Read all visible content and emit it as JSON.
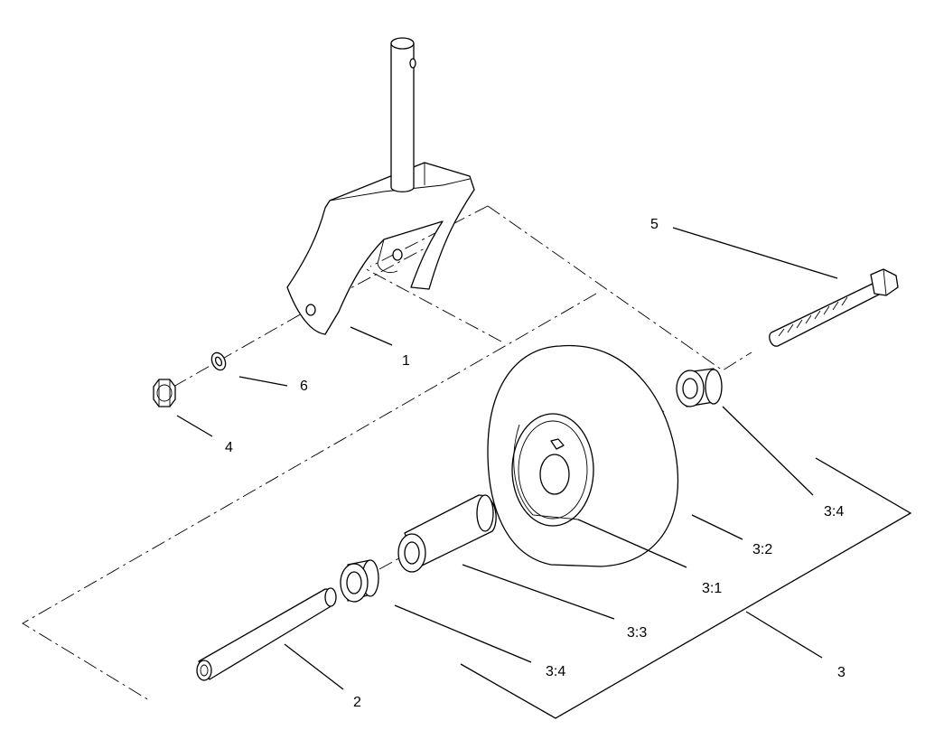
{
  "callouts": {
    "c1": "1",
    "c2": "2",
    "c3": "3",
    "c4": "4",
    "c5": "5",
    "c6": "6",
    "c3_1": "3:1",
    "c3_2": "3:2",
    "c3_3": "3:3",
    "c3_4_top": "3:4",
    "c3_4_bottom": "3:4"
  }
}
